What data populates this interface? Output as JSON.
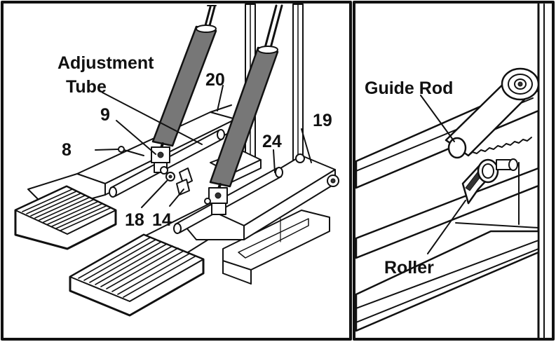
{
  "labels": {
    "adjustment_tube_line1": "Adjustment",
    "adjustment_tube_line2": "Tube",
    "part_20": "20",
    "part_9": "9",
    "part_8": "8",
    "part_24": "24",
    "part_19": "19",
    "part_18": "18",
    "part_14": "14",
    "guide_rod": "Guide Rod",
    "roller": "Roller"
  }
}
